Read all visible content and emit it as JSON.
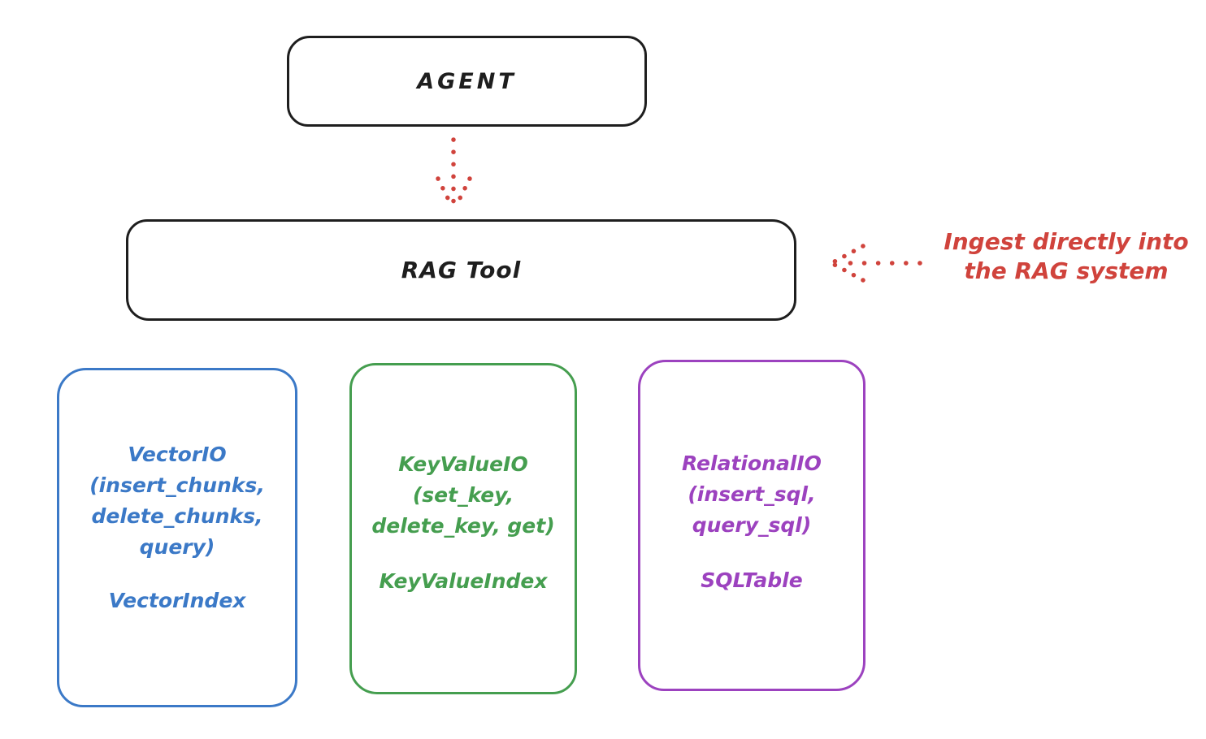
{
  "diagram": {
    "title_hint": "RAG Tool architecture sketch",
    "agent": {
      "label": "AGENT"
    },
    "rag_tool": {
      "label": "RAG Tool"
    },
    "annotation": {
      "line1": "Ingest directly into",
      "line2": "the RAG system"
    },
    "arrows": [
      {
        "name": "agent-to-ragtool",
        "style": "dotted",
        "color": "#d0433c",
        "direction": "down"
      },
      {
        "name": "annotation-to-ragtool",
        "style": "dotted",
        "color": "#d0433c",
        "direction": "left"
      }
    ],
    "cards": [
      {
        "id": "vector-io",
        "color": "#3b79c7",
        "lines": [
          "VectorIO",
          "(insert_chunks,",
          "delete_chunks,",
          "query)"
        ],
        "index_label": "VectorIndex"
      },
      {
        "id": "keyvalue-io",
        "color": "#459e4f",
        "lines": [
          "KeyValueIO",
          "(set_key,",
          "delete_key, get)"
        ],
        "index_label": "KeyValueIndex"
      },
      {
        "id": "relational-io",
        "color": "#9c42bf",
        "lines": [
          "RelationalIO",
          "(insert_sql,",
          "query_sql)"
        ],
        "index_label": "SQLTable"
      }
    ],
    "colors": {
      "stroke_black": "#1e1e1e",
      "red": "#d0433c",
      "blue": "#3b79c7",
      "green": "#459e4f",
      "purple": "#9c42bf",
      "background": "#ffffff"
    }
  }
}
